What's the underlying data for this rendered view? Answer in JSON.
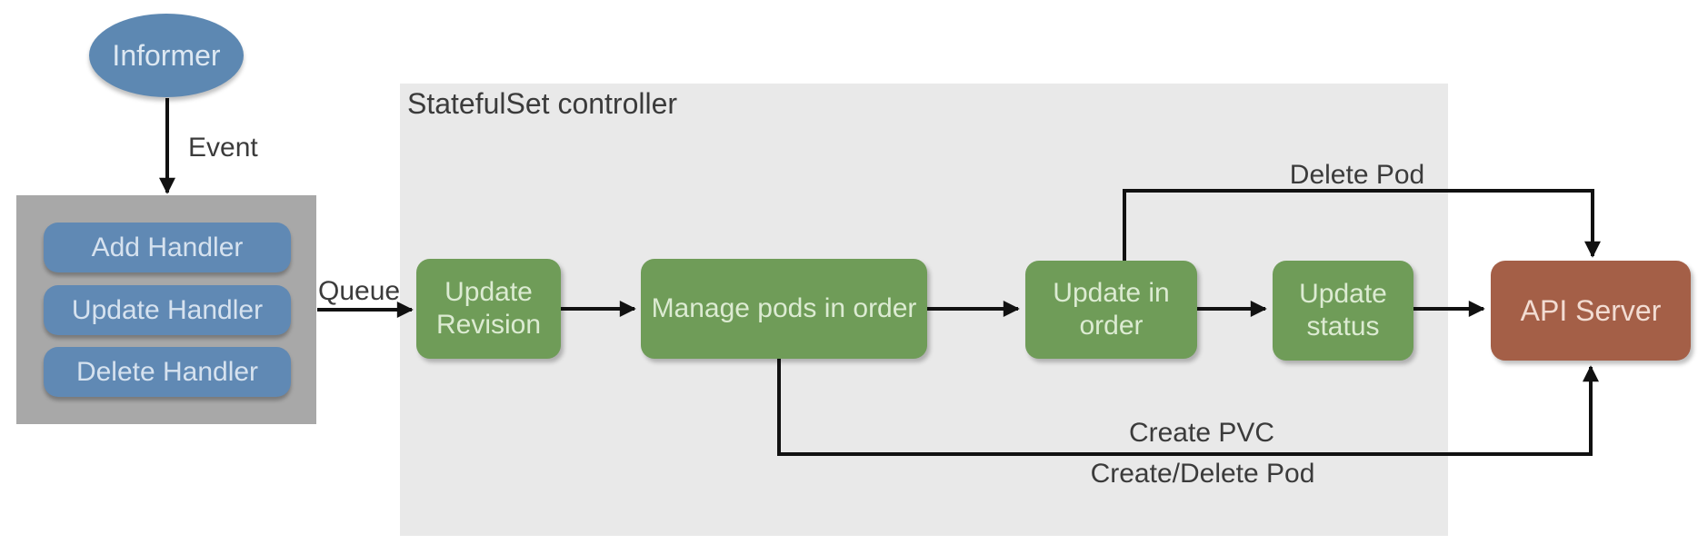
{
  "nodes": {
    "informer": "Informer",
    "api_server": "API Server"
  },
  "handlers": [
    {
      "label": "Add Handler"
    },
    {
      "label": "Update Handler"
    },
    {
      "label": "Delete Handler"
    }
  ],
  "controller": {
    "title": "StatefulSet controller",
    "steps": [
      {
        "label": "Update Revision"
      },
      {
        "label": "Manage pods in order"
      },
      {
        "label": "Update in order"
      },
      {
        "label": "Update status"
      }
    ]
  },
  "edge_labels": {
    "event": "Event",
    "queue": "Queue",
    "delete_pod": "Delete Pod",
    "create_pvc": "Create PVC",
    "create_delete_pod": "Create/Delete Pod"
  },
  "colors": {
    "informer_blue": "#5d88b2",
    "handler_blue": "#6089b4",
    "handler_container_gray": "#a8a8a8",
    "controller_bg_gray": "#e9e9e9",
    "step_green": "#6f9c58",
    "api_server_brown": "#a45f47",
    "edge_black": "#111111",
    "label_text": "#3b3b3b"
  }
}
